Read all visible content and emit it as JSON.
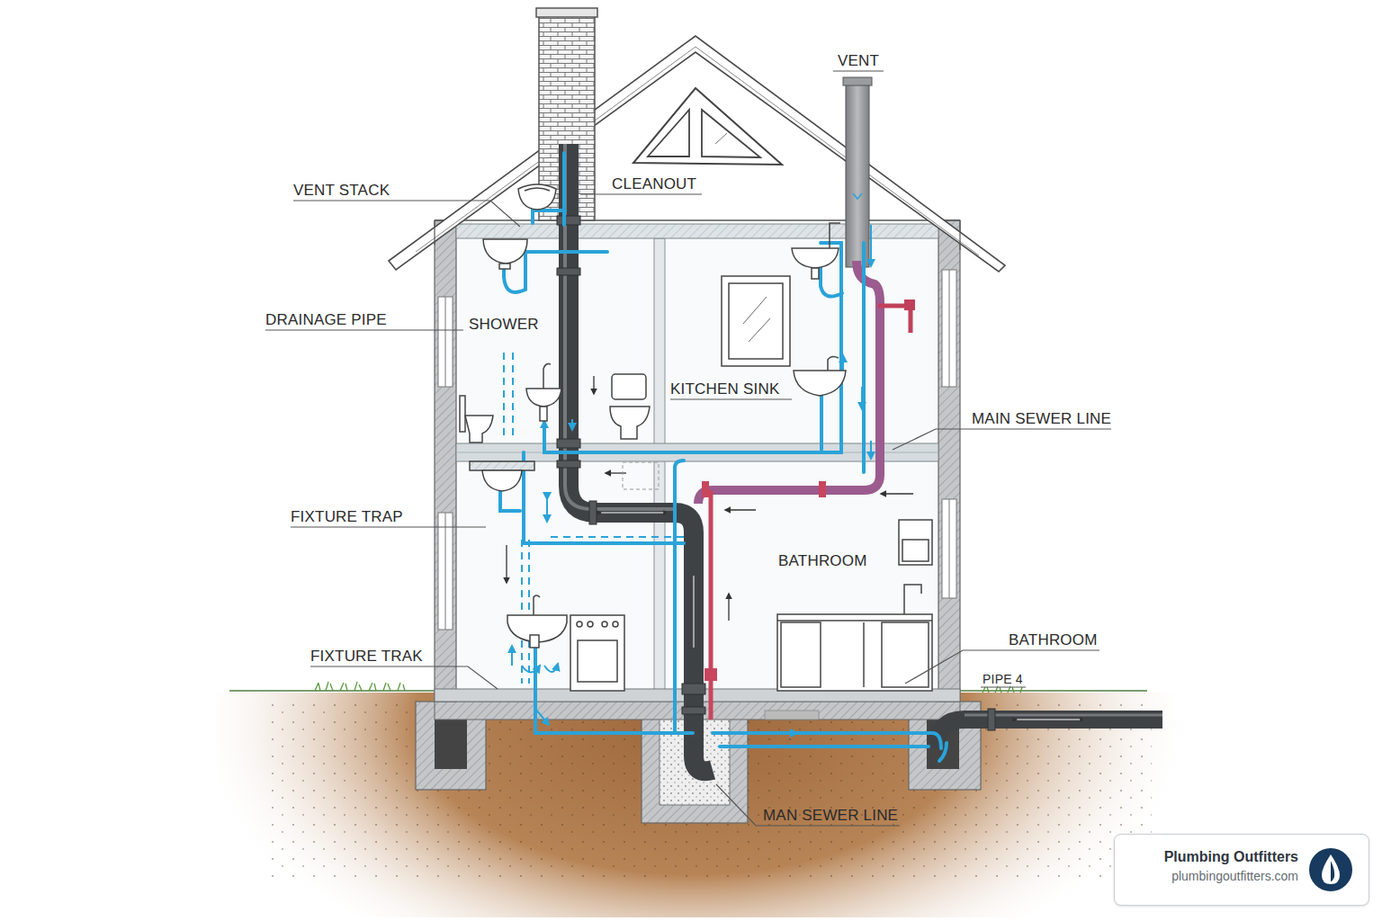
{
  "diagram": {
    "nodes": [
      {
        "text": [
          "Plumbing Outfitters",
          "plumbingoutfitters.com"
        ]
      }
    ],
    "labels": [
      "VENT",
      "VENT STACK",
      "CLEANOUT",
      "DRAINAGE PIPE",
      "SHOWER",
      "KITCHEN SINK",
      "MAIN SEWER LINE",
      "FIXTURE TRAP",
      "BATHROOM",
      "BATHROOM",
      "FIXTURE TRAK",
      "PIPE 4",
      "MAN SEWER LINE"
    ]
  }
}
